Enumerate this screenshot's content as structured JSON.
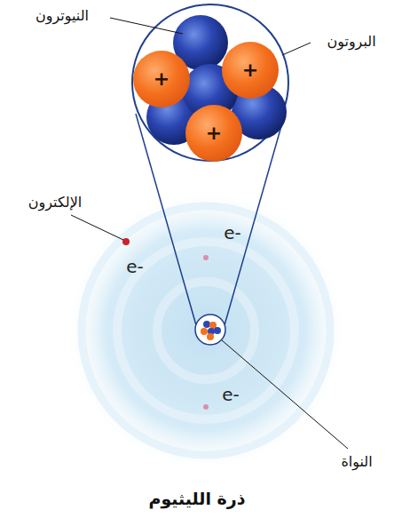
{
  "diagram": {
    "caption": "ذرة الليثيوم",
    "nodes": [
      {
        "text": [
          "+"
        ]
      },
      {
        "text": [
          "+"
        ]
      },
      {
        "text": [
          "+"
        ]
      }
    ],
    "labels": [
      "النيوترون",
      "البروتون",
      "الإلكترون",
      "e-",
      "e-",
      "e-",
      "النواة"
    ]
  }
}
